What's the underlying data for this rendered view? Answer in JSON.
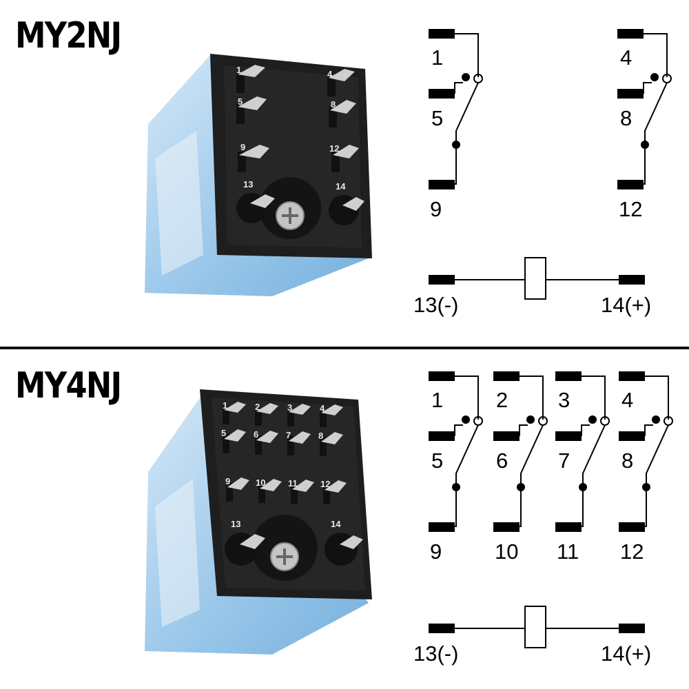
{
  "relay_2": {
    "title": "MY2NJ",
    "photo_pin_labels": [
      "1",
      "4",
      "5",
      "8",
      "9",
      "12",
      "13",
      "14"
    ],
    "poles": [
      {
        "common": "9",
        "nc": "1",
        "no": "5"
      },
      {
        "common": "12",
        "nc": "4",
        "no": "8"
      }
    ],
    "coil": {
      "neg_label": "13(-)",
      "pos_label": "14(+)"
    }
  },
  "relay_4": {
    "title": "MY4NJ",
    "photo_pin_labels": [
      "1",
      "2",
      "3",
      "4",
      "5",
      "6",
      "7",
      "8",
      "9",
      "10",
      "11",
      "12",
      "13",
      "14"
    ],
    "poles": [
      {
        "common": "9",
        "nc": "1",
        "no": "5"
      },
      {
        "common": "10",
        "nc": "2",
        "no": "6"
      },
      {
        "common": "11",
        "nc": "3",
        "no": "7"
      },
      {
        "common": "12",
        "nc": "4",
        "no": "8"
      }
    ],
    "coil": {
      "neg_label": "13(-)",
      "pos_label": "14(+)"
    }
  },
  "colors": {
    "housing": "#9cc9e8",
    "base": "#1b1b1b",
    "pin": "#d0d0d0",
    "ink": "#000000"
  }
}
